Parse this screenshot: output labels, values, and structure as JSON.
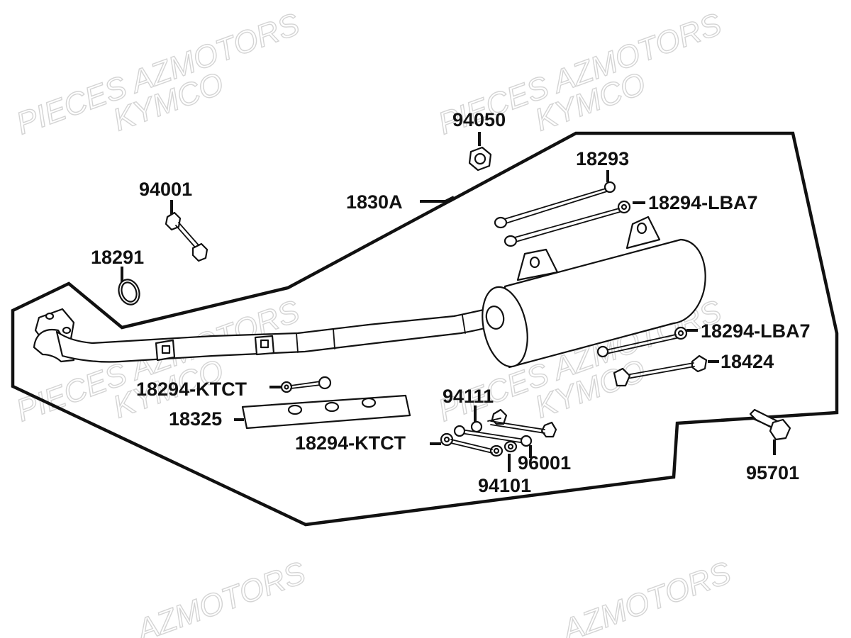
{
  "watermarks": [
    {
      "line1": "PIECES AZMOTORS",
      "line2": "KYMCO"
    },
    {
      "line1": "PIECES AZMOTORS",
      "line2": "KYMCO"
    },
    {
      "line1": "PIECES AZMOTORS",
      "line2": "KYMCO"
    },
    {
      "line1": "PIECES AZMOTORS",
      "line2": "KYMCO"
    },
    {
      "line1": "AZMOTORS",
      "line2": ""
    },
    {
      "line1": "AZMOTORS",
      "line2": ""
    }
  ],
  "parts": {
    "p94050": "94050",
    "p18293": "18293",
    "p1830A": "1830A",
    "p18294_LBA7_top": "18294-LBA7",
    "p94001": "94001",
    "p18291": "18291",
    "p18294_LBA7_right": "18294-LBA7",
    "p18424": "18424",
    "p18294_KTCT_top": "18294-KTCT",
    "p94111": "94111",
    "p18325": "18325",
    "p18294_KTCT_bottom": "18294-KTCT",
    "p96001": "96001",
    "p94101": "94101",
    "p95701": "95701"
  }
}
